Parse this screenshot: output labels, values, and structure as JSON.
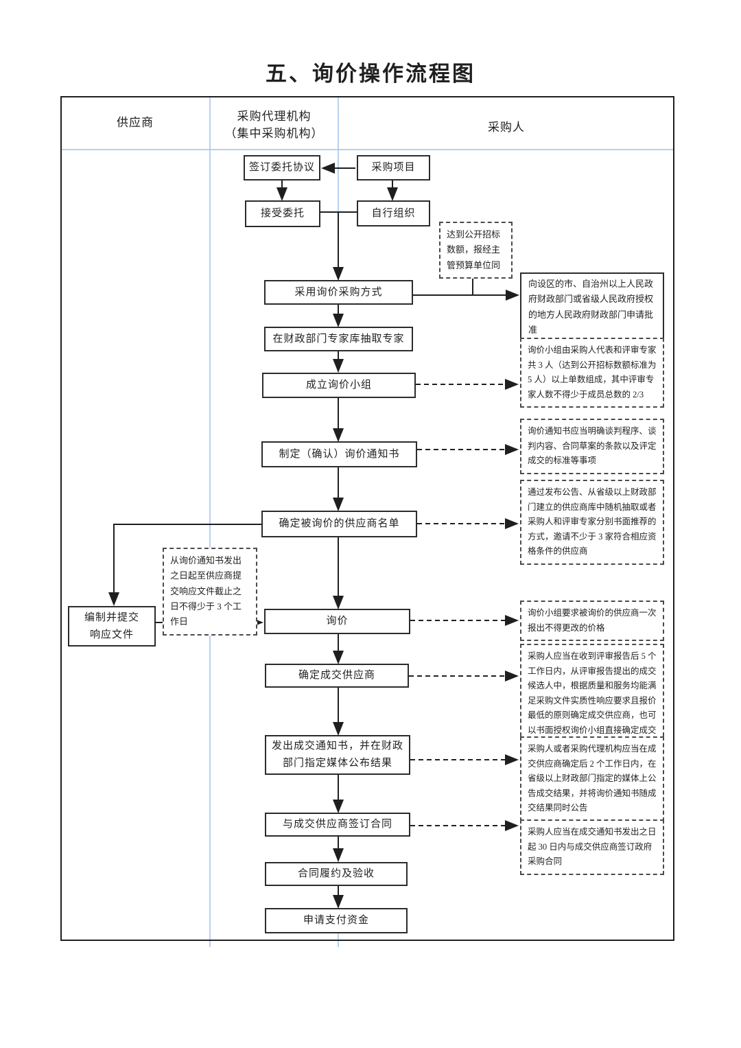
{
  "title": "五、询价操作流程图",
  "lanes": {
    "supplier": "供应商",
    "agency_line1": "采购代理机构",
    "agency_line2": "（集中采购机构）",
    "purchaser": "采购人"
  },
  "nodes": {
    "sign_entrustment": "签订委托协议",
    "procurement_project": "采购项目",
    "accept_entrustment": "接受委托",
    "self_organize": "自行组织",
    "adopt_inquiry_method": "采用询价采购方式",
    "extract_experts": "在财政部门专家库抽取专家",
    "form_inquiry_team": "成立询价小组",
    "make_inquiry_notice": "制定（确认）询价通知书",
    "determine_supplier_list": "确定被询价的供应商名单",
    "prepare_response": "编制并提交\n响应文件",
    "inquiry": "询价",
    "determine_deal_supplier": "确定成交供应商",
    "issue_deal_notice": "发出成交通知书，并在财政部门指定媒体公布结果",
    "sign_contract": "与成交供应商签订合同",
    "contract_performance": "合同履约及验收",
    "apply_payment": "申请支付资金",
    "apply_approval": "向设区的市、自治州以上人民政府财政部门或省级人民政府授权的地方人民政府财政部门申请批准"
  },
  "annotations": {
    "open_tender_threshold": "达到公开招标数额，报经主管预算单位同",
    "team_composition": "询价小组由采购人代表和评审专家共 3 人（达到公开招标数额标准为 5 人）以上单数组成，其中评审专家人数不得少于成员总数的 2/3",
    "notice_content": "询价通知书应当明确谈判程序、谈判内容、合同草案的条款以及评定成交的标准等事项",
    "supplier_invitation": "通过发布公告、从省级以上财政部门建立的供应商库中随机抽取或者采购人和评审专家分别书面推荐的方式，邀请不少于 3 家符合相应资格条件的供应商",
    "response_deadline": "从询价通知书发出之日起至供应商提交响应文件截止之日不得少于 3 个工作日",
    "one_time_quote": "询价小组要求被询价的供应商一次报出不得更改的价格",
    "deal_rule": "采购人应当在收到评审报告后 5 个工作日内，从评审报告提出的成交候选人中，根据质量和服务均能满足采购文件实质性响应要求且报价最低的原则确定成交供应商，也可以书面授权询价小组直接确定成交",
    "announce_result": "采购人或者采购代理机构应当在成交供应商确定后 2 个工作日内，在省级以上财政部门指定的媒体上公告成交结果，并将询价通知书随成交结果同时公告",
    "contract_deadline": "采购人应当在成交通知书发出之日起 30 日内与成交供应商签订政府采购合同"
  },
  "colors": {
    "guide_blue": "#9dc3e6",
    "line_black": "#1f1f1f"
  }
}
